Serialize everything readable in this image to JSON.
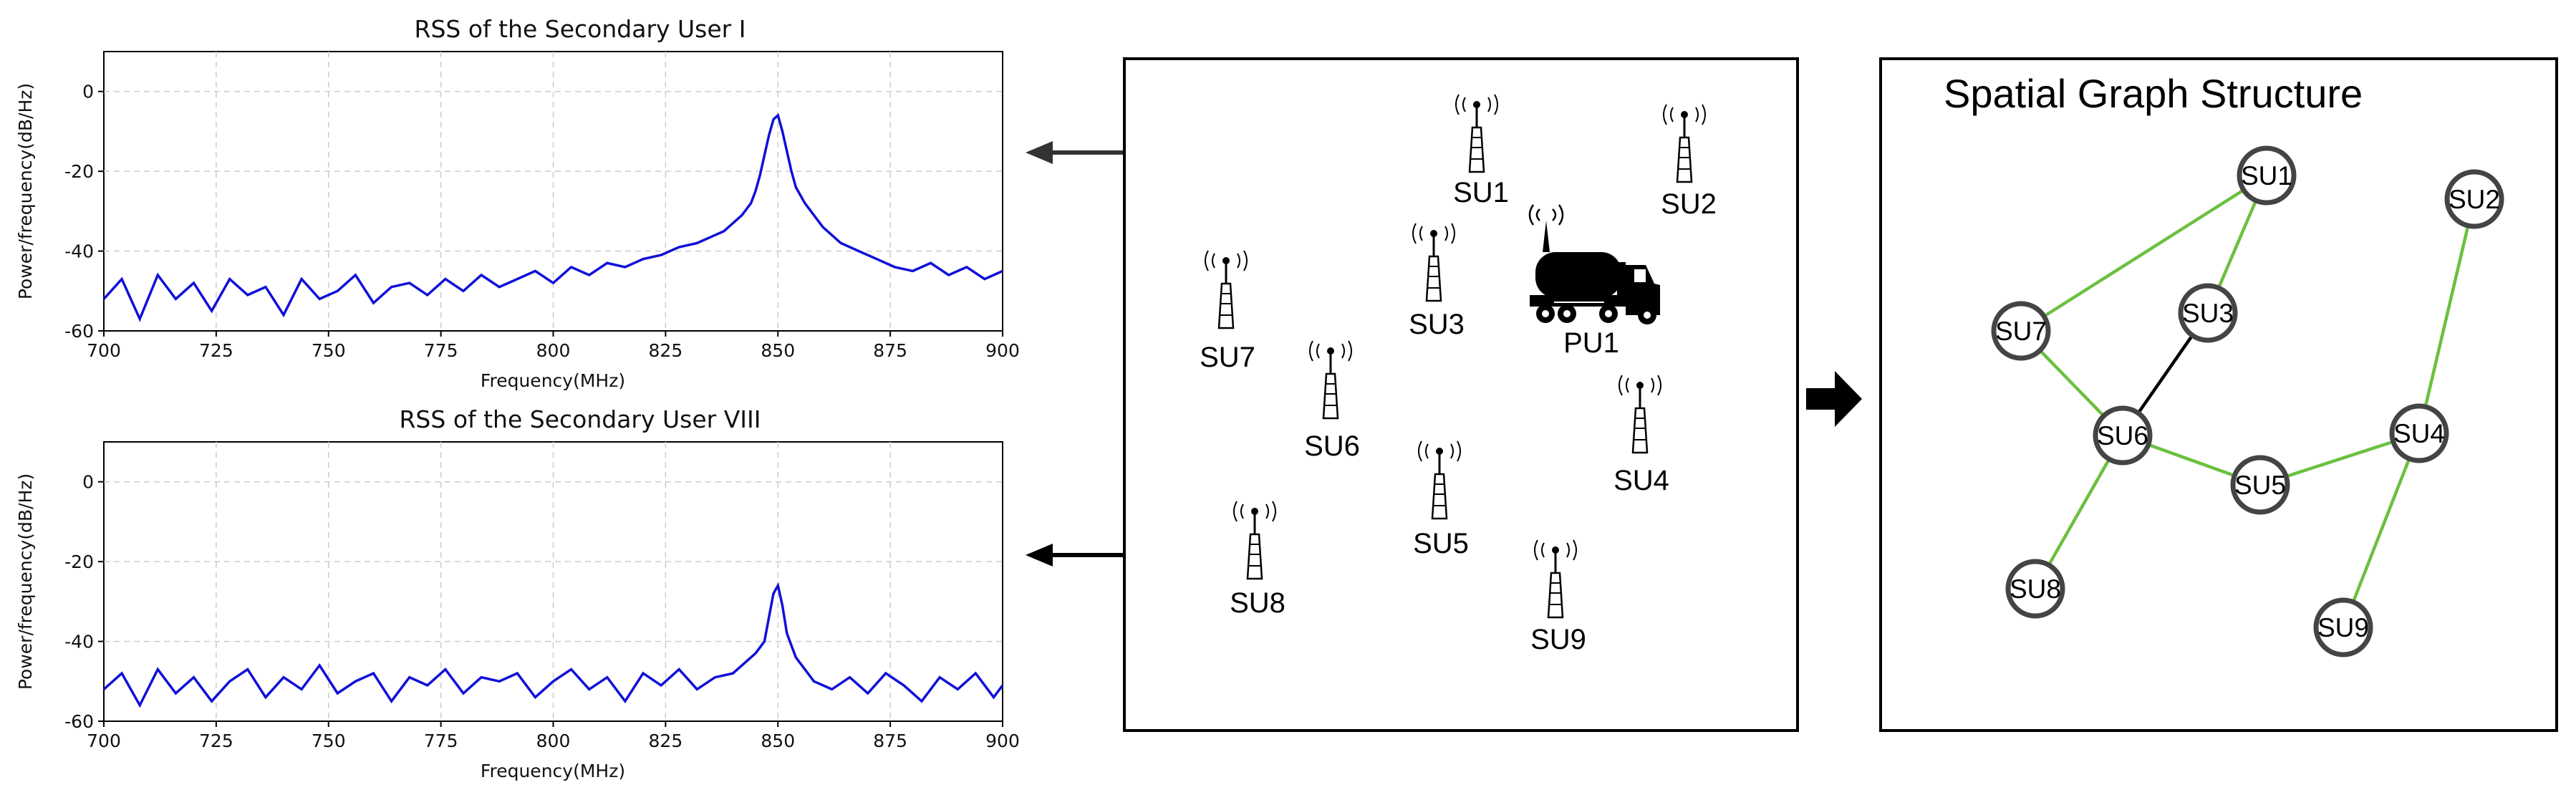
{
  "chart_data": [
    {
      "type": "line",
      "title": "RSS of the Secondary User I",
      "xlabel": "Frequency(MHz)",
      "ylabel": "Power/frequency(dB/Hz)",
      "xlim": [
        700,
        900
      ],
      "ylim": [
        -60,
        10
      ],
      "xticks": [
        700,
        725,
        750,
        775,
        800,
        825,
        850,
        875,
        900
      ],
      "yticks": [
        0,
        -20,
        -40,
        -60
      ],
      "grid": true,
      "color": "#1010d8",
      "series": [
        {
          "x": [
            700,
            704,
            708,
            712,
            716,
            720,
            724,
            728,
            732,
            736,
            740,
            744,
            748,
            752,
            756,
            760,
            764,
            768,
            772,
            776,
            780,
            784,
            788,
            792,
            796,
            800,
            804,
            808,
            812,
            816,
            820,
            824,
            828,
            832,
            836,
            838,
            840,
            842,
            844,
            845,
            846,
            847,
            848,
            849,
            850,
            851,
            852,
            853,
            854,
            856,
            858,
            860,
            864,
            868,
            872,
            876,
            880,
            884,
            888,
            892,
            896,
            900
          ],
          "y": [
            -52,
            -47,
            -57,
            -46,
            -52,
            -48,
            -55,
            -47,
            -51,
            -49,
            -56,
            -47,
            -52,
            -50,
            -46,
            -53,
            -49,
            -48,
            -51,
            -47,
            -50,
            -46,
            -49,
            -47,
            -45,
            -48,
            -44,
            -46,
            -43,
            -44,
            -42,
            -41,
            -39,
            -38,
            -36,
            -35,
            -33,
            -31,
            -28,
            -25,
            -21,
            -16,
            -11,
            -7,
            -6,
            -10,
            -15,
            -20,
            -24,
            -28,
            -31,
            -34,
            -38,
            -40,
            -42,
            -44,
            -45,
            -43,
            -46,
            -44,
            -47,
            -45
          ]
        }
      ]
    },
    {
      "type": "line",
      "title": "RSS of the Secondary User VIII",
      "xlabel": "Frequency(MHz)",
      "ylabel": "Power/frequency(dB/Hz)",
      "xlim": [
        700,
        900
      ],
      "ylim": [
        -60,
        10
      ],
      "xticks": [
        700,
        725,
        750,
        775,
        800,
        825,
        850,
        875,
        900
      ],
      "yticks": [
        0,
        -20,
        -40,
        -60
      ],
      "grid": true,
      "color": "#1010d8",
      "series": [
        {
          "x": [
            700,
            704,
            708,
            712,
            716,
            720,
            724,
            728,
            732,
            736,
            740,
            744,
            748,
            752,
            756,
            760,
            764,
            768,
            772,
            776,
            780,
            784,
            788,
            792,
            796,
            800,
            804,
            808,
            812,
            816,
            820,
            824,
            828,
            832,
            836,
            840,
            843,
            845,
            847,
            848,
            849,
            850,
            851,
            852,
            854,
            856,
            858,
            862,
            866,
            870,
            874,
            878,
            882,
            886,
            890,
            894,
            898,
            900
          ],
          "y": [
            -52,
            -48,
            -56,
            -47,
            -53,
            -49,
            -55,
            -50,
            -47,
            -54,
            -49,
            -52,
            -46,
            -53,
            -50,
            -48,
            -55,
            -49,
            -51,
            -47,
            -53,
            -49,
            -50,
            -48,
            -54,
            -50,
            -47,
            -52,
            -49,
            -55,
            -48,
            -51,
            -47,
            -52,
            -49,
            -48,
            -45,
            -43,
            -40,
            -34,
            -28,
            -26,
            -31,
            -38,
            -44,
            -47,
            -50,
            -52,
            -49,
            -53,
            -48,
            -51,
            -55,
            -49,
            -52,
            -48,
            -54,
            -51
          ]
        }
      ]
    }
  ],
  "scene": {
    "su1": "SU1",
    "su2": "SU2",
    "su3": "SU3",
    "su4": "SU4",
    "su5": "SU5",
    "su6": "SU6",
    "su7": "SU7",
    "su8": "SU8",
    "su9": "SU9",
    "pu1": "PU1"
  },
  "graph": {
    "title": "Spatial Graph Structure",
    "nodes": {
      "su1": "SU1",
      "su2": "SU2",
      "su3": "SU3",
      "su4": "SU4",
      "su5": "SU5",
      "su6": "SU6",
      "su7": "SU7",
      "su8": "SU8",
      "su9": "SU9"
    },
    "edges": [
      {
        "from": "SU7",
        "to": "SU1",
        "color": "#6cc040"
      },
      {
        "from": "SU1",
        "to": "SU3",
        "color": "#6cc040"
      },
      {
        "from": "SU3",
        "to": "SU6",
        "color": "#000000"
      },
      {
        "from": "SU7",
        "to": "SU6",
        "color": "#6cc040"
      },
      {
        "from": "SU6",
        "to": "SU5",
        "color": "#6cc040"
      },
      {
        "from": "SU5",
        "to": "SU4",
        "color": "#6cc040"
      },
      {
        "from": "SU2",
        "to": "SU4",
        "color": "#6cc040"
      },
      {
        "from": "SU4",
        "to": "SU9",
        "color": "#6cc040"
      },
      {
        "from": "SU6",
        "to": "SU8",
        "color": "#6cc040"
      }
    ]
  }
}
